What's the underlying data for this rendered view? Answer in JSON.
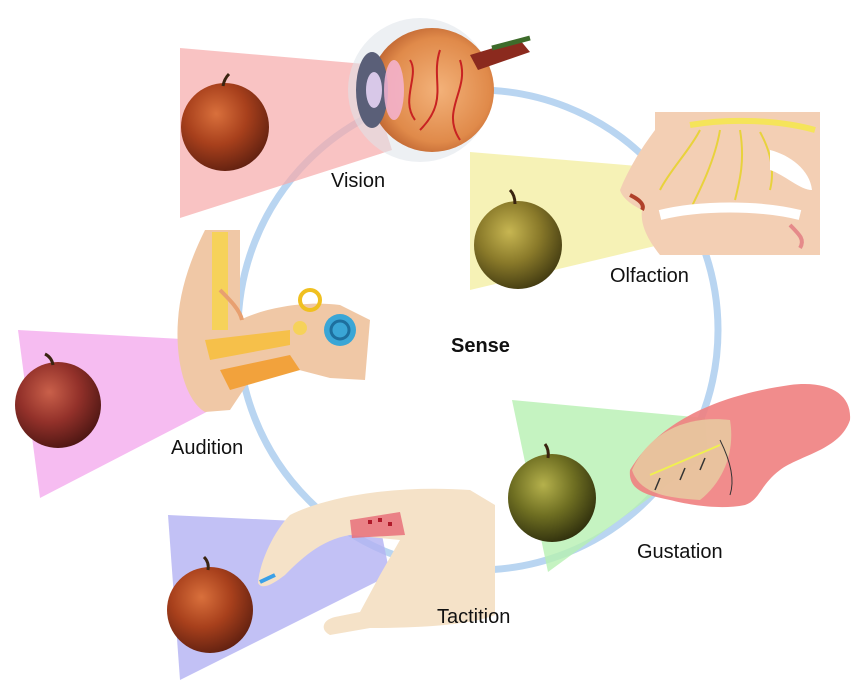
{
  "diagram": {
    "center_title": "Sense",
    "senses": [
      {
        "name": "Vision",
        "organ": "eye",
        "beam_color": "#f6a9a9"
      },
      {
        "name": "Olfaction",
        "organ": "nose",
        "beam_color": "#f4efa4"
      },
      {
        "name": "Audition",
        "organ": "ear",
        "beam_color": "#f3a6ec"
      },
      {
        "name": "Gustation",
        "organ": "tongue",
        "beam_color": "#b7f0b2"
      },
      {
        "name": "Tactition",
        "organ": "hand",
        "beam_color": "#b3b1f3"
      }
    ],
    "ring_color": "#b9d5f1"
  }
}
